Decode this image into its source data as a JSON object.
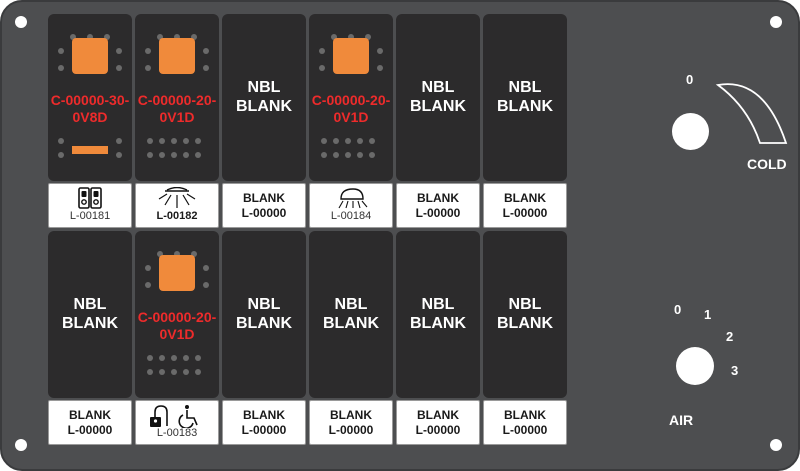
{
  "switches": [
    {
      "text": "C-00000-30-\n0V8D",
      "label_code": "L-00181"
    },
    {
      "text": "C-00000-20-\n0V1D",
      "label_code": "L-00182"
    },
    {
      "text": "NBL\nBLANK",
      "label_line1": "BLANK",
      "label_line2": "L-00000"
    },
    {
      "text": "C-00000-20-\n0V1D",
      "label_code": "L-00184"
    },
    {
      "text": "NBL\nBLANK",
      "label_line1": "BLANK",
      "label_line2": "L-00000"
    },
    {
      "text": "NBL\nBLANK",
      "label_line1": "BLANK",
      "label_line2": "L-00000"
    },
    {
      "text": "NBL\nBLANK",
      "label_line1": "BLANK",
      "label_line2": "L-00000"
    },
    {
      "text": "C-00000-20-\n0V1D",
      "label_code": "L-00183"
    },
    {
      "text": "NBL\nBLANK",
      "label_line1": "BLANK",
      "label_line2": "L-00000"
    },
    {
      "text": "NBL\nBLANK",
      "label_line1": "BLANK",
      "label_line2": "L-00000"
    },
    {
      "text": "NBL\nBLANK",
      "label_line1": "BLANK",
      "label_line2": "L-00000"
    },
    {
      "text": "NBL\nBLANK",
      "label_line1": "BLANK",
      "label_line2": "L-00000"
    }
  ],
  "knob_temp": {
    "zero": "0",
    "label": "COLD"
  },
  "knob_air": {
    "positions": [
      "0",
      "1",
      "2",
      "3"
    ],
    "label": "AIR"
  },
  "colors": {
    "panel": "#4d4e50",
    "switch": "#2c2b2c",
    "indicator": "#f08a3b",
    "code_text": "#ee2b2b"
  }
}
